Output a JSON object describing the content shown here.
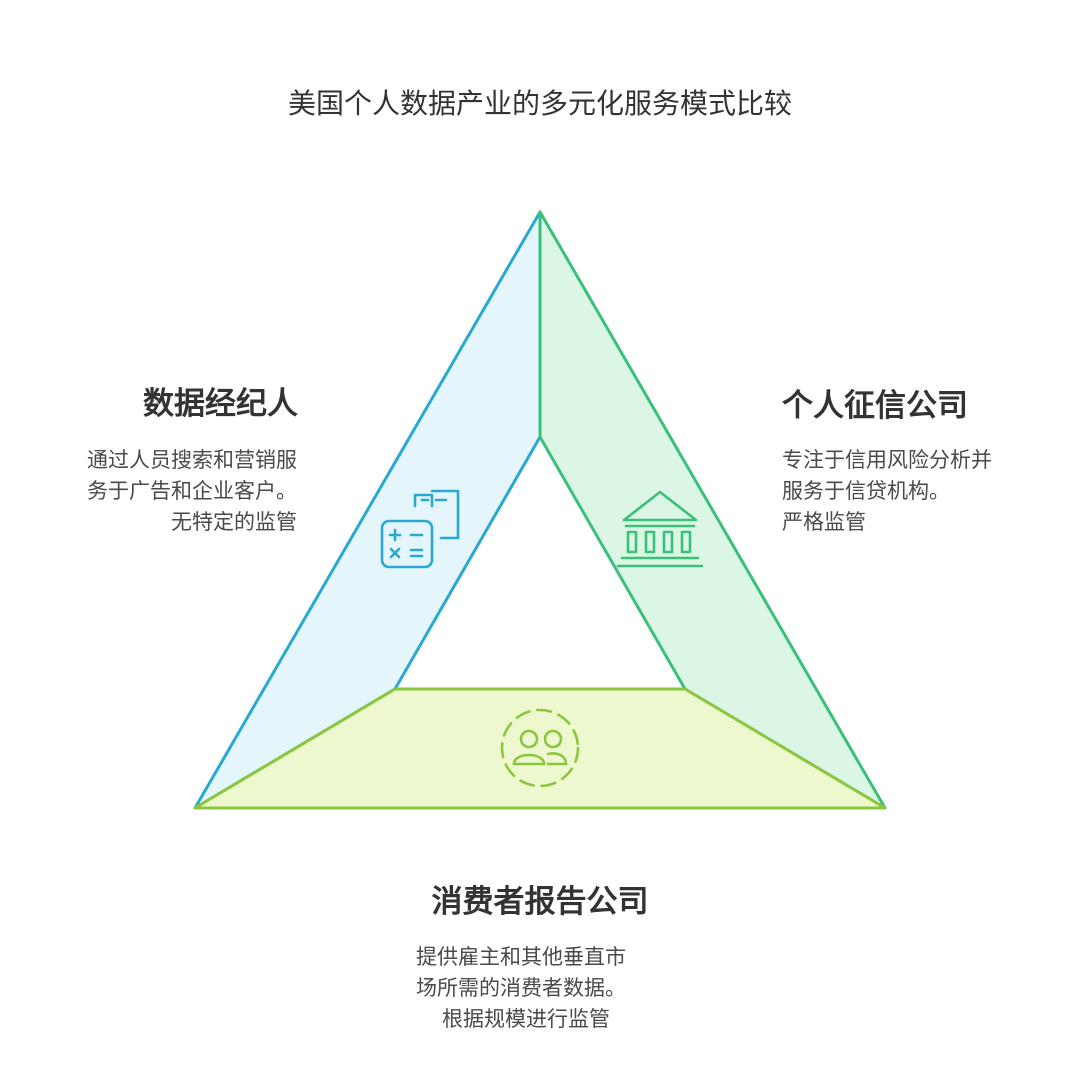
{
  "title": "美国个人数据产业的多元化服务模式比较",
  "blocks": {
    "left": {
      "title": "数据经纪人",
      "lines": [
        "通过人员搜索和营销服",
        "务于广告和企业客户。",
        "无特定的监管"
      ],
      "icon": "calculator-document-icon",
      "fill": "#e4f6fb",
      "stroke": "#29a9cf"
    },
    "right": {
      "title": "个人征信公司",
      "lines": [
        "专注于信用风险分析并",
        "服务于信贷机构。",
        "严格监管"
      ],
      "icon": "bank-building-icon",
      "fill": "#dcf6e6",
      "stroke": "#3bc07a"
    },
    "bottom": {
      "title": "消费者报告公司",
      "lines": [
        "提供雇主和其他垂直市",
        "场所需的消费者数据。",
        "根据规模进行监管"
      ],
      "icon": "user-group-icon",
      "fill": "#eef8cf",
      "stroke": "#8cc63e"
    }
  }
}
